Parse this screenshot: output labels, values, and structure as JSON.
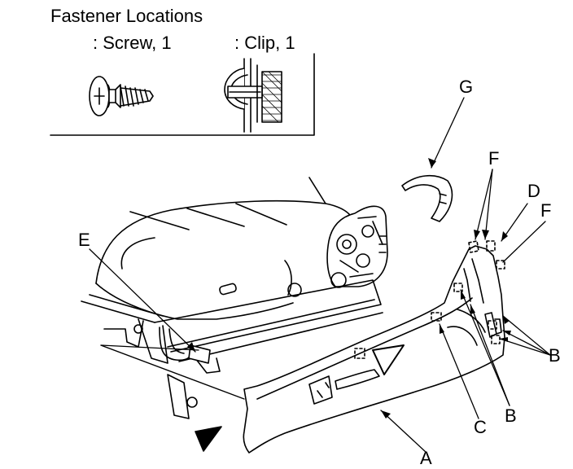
{
  "legend": {
    "title": "Fastener Locations",
    "screw_label": ": Screw, 1",
    "clip_label": ": Clip, 1"
  },
  "callouts": {
    "A": "A",
    "B_upper": "B",
    "B_lower": "B",
    "C": "C",
    "D": "D",
    "E": "E",
    "F_upper": "F",
    "F_right": "F",
    "G": "G"
  }
}
